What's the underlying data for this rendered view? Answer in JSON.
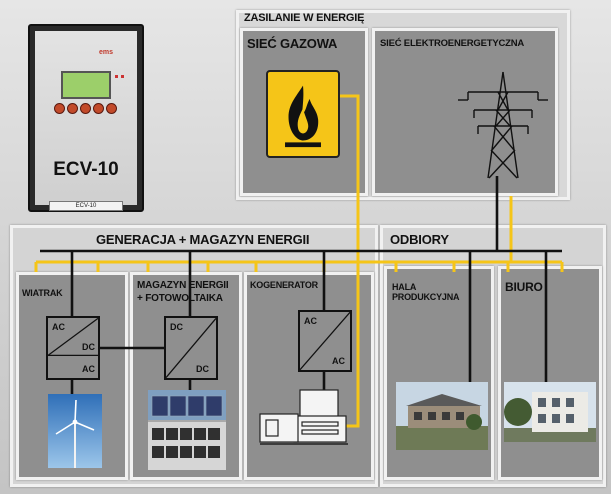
{
  "device": {
    "brand": "ems",
    "name": "ECV-10",
    "plate": "ECV-10"
  },
  "supply": {
    "title": "ZASILANIE W ENERGIĘ",
    "gas": "SIEĆ GAZOWA",
    "grid": "SIEĆ ELEKTROENERGETYCZNA"
  },
  "generation": {
    "title": "GENERACJA + MAGAZYN ENERGII",
    "wind": {
      "label": "WIATRAK",
      "ac_in": "AC",
      "dc": "DC",
      "ac_out": "AC"
    },
    "storage": {
      "label_line1": "MAGAZYN ENERGII",
      "label_line2": "+ FOTOWOLTAIKA",
      "dc_in": "DC",
      "dc_out": "DC"
    },
    "chp": {
      "label": "KOGENERATOR",
      "ac_in": "AC",
      "ac_out": "AC"
    }
  },
  "loads": {
    "title": "ODBIORY",
    "hall": {
      "label_line1": "HALA",
      "label_line2": "PRODUKCYJNA"
    },
    "office": {
      "label": "BIURO"
    }
  },
  "colors": {
    "black_bus": "#111111",
    "yellow_bus": "#f5c518",
    "panel": "#8f8f8f",
    "flame_bg": "#f5c518"
  }
}
